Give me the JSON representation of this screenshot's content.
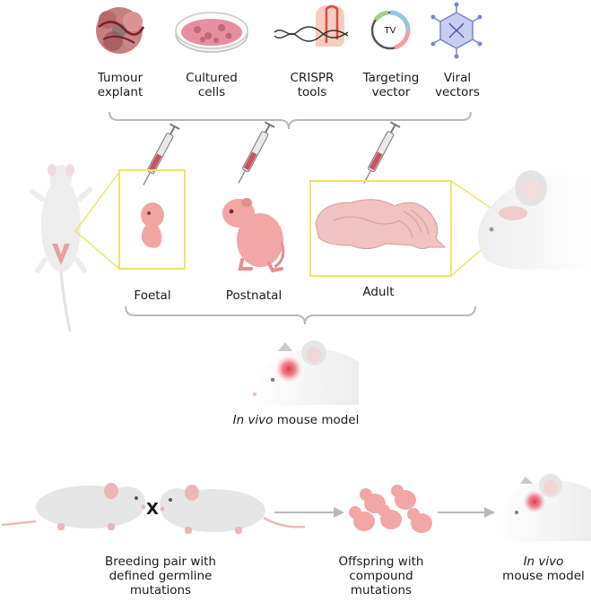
{
  "sources": [
    {
      "line1": "Tumour",
      "line2": "explant",
      "icon": "tumour-explant-icon"
    },
    {
      "line1": "Cultured",
      "line2": "cells",
      "icon": "petri-dish-icon"
    },
    {
      "line1": "CRISPR",
      "line2": "tools",
      "icon": "crispr-icon"
    },
    {
      "line1": "Targeting",
      "line2": "vector",
      "icon": "plasmid-icon",
      "badge": "TV"
    },
    {
      "line1": "Viral",
      "line2": "vectors",
      "icon": "virus-icon"
    }
  ],
  "stages": {
    "foetal": "Foetal",
    "postnatal": "Postnatal",
    "adult": "Adult"
  },
  "model": {
    "italic": "In vivo",
    "rest": " mouse model"
  },
  "breeding": {
    "cross_symbol": "X",
    "pair_line1": "Breeding pair with",
    "pair_line2": "defined germline",
    "pair_line3": "mutations",
    "offspring_line1": "Offspring with",
    "offspring_line2": "compound",
    "offspring_line3": "mutations",
    "result_italic": "In vivo",
    "result_line2": "mouse model"
  },
  "colors": {
    "highlight_box": "#f0e36a",
    "bracket": "#b9b9b9",
    "tumour": "#e6394e",
    "mouse_fur": "#e6e6e6",
    "pup_skin": "#f2a6a6",
    "brain": "#f0c2c2"
  }
}
